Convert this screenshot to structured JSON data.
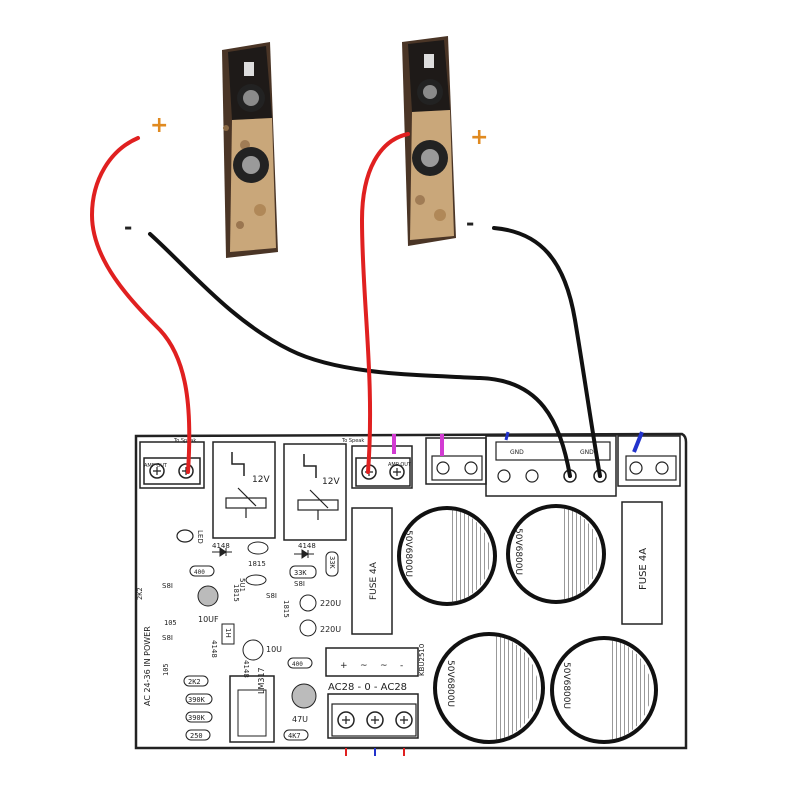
{
  "speakers": {
    "left": {
      "plus": "+",
      "minus": "-"
    },
    "right": {
      "plus": "+",
      "minus": "-"
    }
  },
  "colors": {
    "positive_wire": "#e02020",
    "negative_wire": "#111111",
    "polarity_mark": "#e08a20",
    "magenta_wire": "#d23bd2",
    "blue_wire": "#2233cc",
    "board_outline": "#222222"
  },
  "board": {
    "left_terminal": {
      "tag": "To Speak",
      "label": "AMP OUT"
    },
    "right_terminal": {
      "tag": "To Speak",
      "label": "AMP OUT"
    },
    "gnd_left": "GND",
    "gnd_right": "GND",
    "relay_left": "12V",
    "relay_right": "12V",
    "fuse_left": "FUSE 4A",
    "fuse_right": "FUSE 4A",
    "caps": [
      "50V6800U",
      "50V6800U",
      "50V6800U",
      "50V6800U"
    ],
    "bridge": "KBU2510",
    "bridge_pins": [
      "+",
      "~",
      "~",
      "-"
    ],
    "ac_label": "AC28 - 0 - AC28",
    "power_label": "AC 24-36 IN POWER",
    "regulator": "LM317",
    "components": {
      "led": "LED",
      "d1": "4148",
      "d2": "4148",
      "d3": "4148",
      "d4": "4148",
      "r1": "400",
      "r2": "400",
      "t1": "1815",
      "t2": "1815",
      "t3": "1815",
      "r33k_a": "33K",
      "r33k_b": "33K",
      "s1": "S8I",
      "s2": "S8I",
      "s3": "S8I",
      "s4": "S8I",
      "cap220_a": "220U",
      "cap220_b": "220U",
      "cap10u": "10U",
      "cap10uf": "10UF",
      "cap47u": "47U",
      "r2k2_a": "2K2",
      "r2k2_b": "2K2",
      "r390k_a": "390K",
      "r390k_b": "390K",
      "r105_a": "105",
      "r105_b": "105",
      "r250": "250",
      "r4k7": "4K7",
      "ind": "1H",
      "sui": "5U1"
    }
  }
}
